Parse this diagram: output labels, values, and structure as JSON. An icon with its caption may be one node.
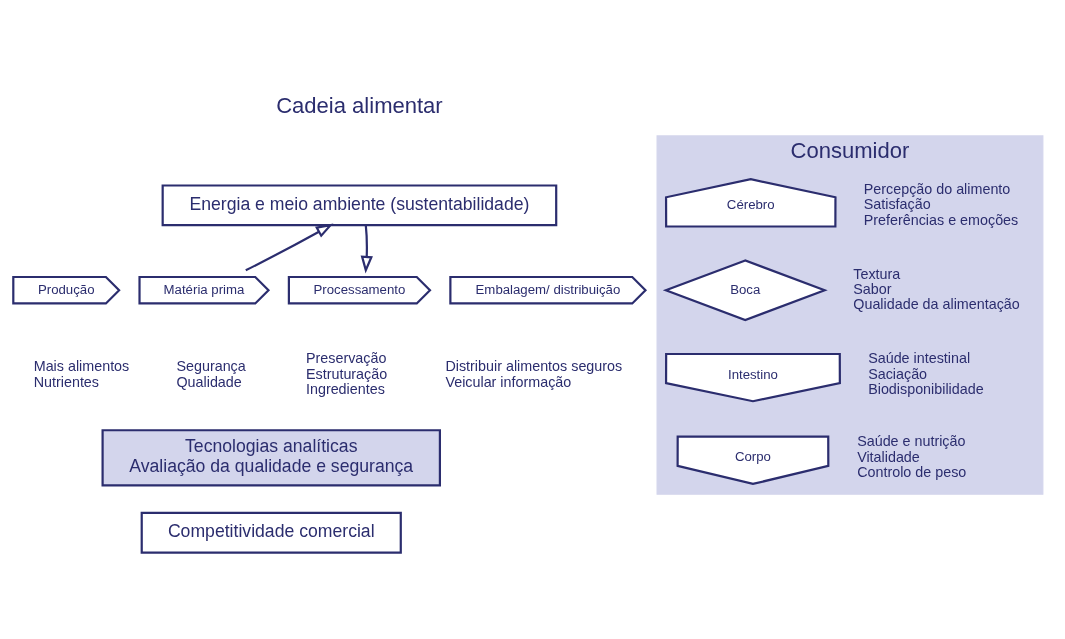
{
  "diagram": {
    "nodes": [
      {
        "text": [
          "Energia e meio ambiente (sustentabilidade)"
        ]
      },
      {
        "text": [
          "Produção"
        ],
        "beside": [
          "Mais alimentos",
          "Nutrientes"
        ]
      },
      {
        "text": [
          "Matéria prima"
        ],
        "beside": [
          "Segurança",
          "Qualidade"
        ]
      },
      {
        "text": [
          "Processamento"
        ],
        "beside": [
          "Preservação",
          "Estruturação",
          "Ingredientes"
        ]
      },
      {
        "text": [
          "Embalagem/ distribuição"
        ],
        "beside": [
          "Distribuir alimentos seguros",
          "Veicular informação"
        ]
      },
      {
        "text": [
          "Tecnologias analíticas",
          "Avaliação da qualidade e segurança"
        ]
      },
      {
        "text": [
          "Competitividade comercial"
        ]
      },
      {
        "text": [
          "Consumidor"
        ]
      },
      {
        "text": [
          "Cérebro"
        ],
        "in": 7,
        "beside": [
          "Percepção do alimento",
          "Satisfação",
          "Preferências e emoções"
        ]
      },
      {
        "text": [
          "Boca"
        ],
        "in": 7,
        "beside": [
          "Textura",
          "Sabor",
          "Qualidade da alimentação"
        ]
      },
      {
        "text": [
          "Intestino"
        ],
        "in": 7,
        "beside": [
          "Saúde intestinal",
          "Saciação",
          "Biodisponibilidade"
        ]
      },
      {
        "text": [
          "Corpo"
        ],
        "in": 7,
        "beside": [
          "Saúde e nutrição",
          "Vitalidade",
          "Controlo de peso"
        ]
      }
    ],
    "edges": [
      {
        "from": 2,
        "to": 0,
        "arrow": "to"
      },
      {
        "from": 0,
        "to": 3,
        "arrow": "to"
      }
    ],
    "labels": [
      "Cadeia alimentar"
    ]
  }
}
